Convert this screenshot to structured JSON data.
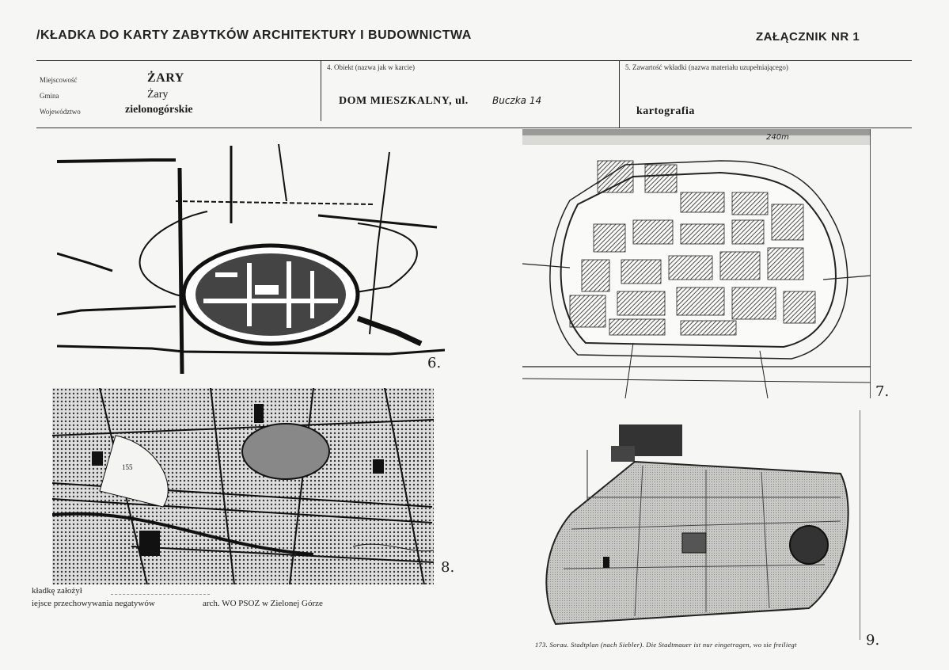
{
  "header": {
    "title": "/KŁADKA DO KARTY ZABYTKÓW ARCHITEKTURY I BUDOWNICTWA",
    "annex": "ZAŁĄCZNIK NR 1"
  },
  "location": {
    "town_label": "Miejscowość",
    "town_value": "ŻARY",
    "commune_label": "Gmina",
    "commune_value": "Żary",
    "voivodeship_label": "Województwo",
    "voivodeship_value": "zielonogórskie"
  },
  "object": {
    "label": "4. Obiekt (nazwa jak w karcie)",
    "value": "DOM MIESZKALNY, ul.",
    "street_handwritten": "Buczka 14"
  },
  "content": {
    "label": "5. Zawartość wkładki (nazwa materiału uzupełniającego)",
    "value": "kartografia"
  },
  "figures": {
    "fig6": "6.",
    "fig7": "7.",
    "fig8": "8.",
    "fig9": "9.",
    "fig7_annotation": "240m",
    "fig8_label_155": "155",
    "fig9_caption": "173. Sorau. Stadtplan (nach Siebler). Die Stadtmauer ist nur eingetragen, wo sie freiliegt"
  },
  "footer": {
    "author_label": "kładkę założył",
    "storage_label": "iejsce przechowywania negatywów",
    "storage_value": "arch. WO PSOZ w Zielonej Górze"
  }
}
